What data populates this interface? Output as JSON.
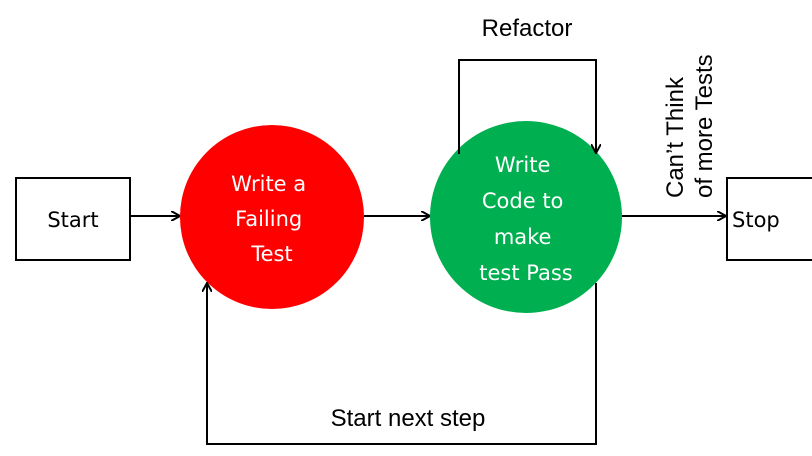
{
  "nodes": {
    "start": {
      "label": "Start"
    },
    "write_failing_test": {
      "lines": [
        "Write a",
        "Failing",
        "Test"
      ],
      "fill": "#ff0000",
      "text_color": "#ffffff"
    },
    "write_code": {
      "lines": [
        "Write",
        "Code to",
        "make",
        "test Pass"
      ],
      "fill": "#00b050",
      "text_color": "#ffffff"
    },
    "stop": {
      "label": "Stop"
    }
  },
  "edges": {
    "refactor_label": "Refactor",
    "cant_think_line1": "Can’t Think",
    "cant_think_line2": "of more Tests",
    "start_next_step_label": "Start next step"
  },
  "colors": {
    "stroke": "#000000",
    "background": "#ffffff"
  }
}
